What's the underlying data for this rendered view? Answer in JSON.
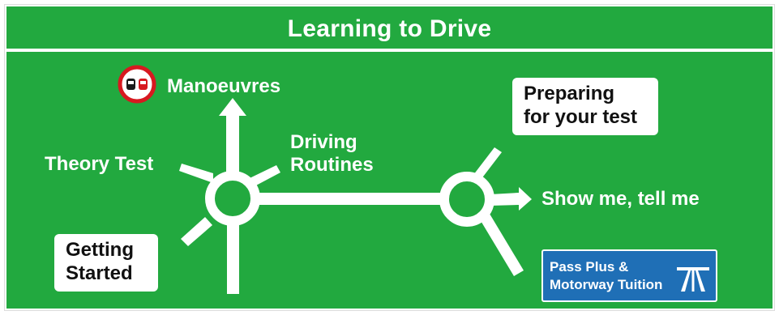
{
  "sign": {
    "title": "Learning to Drive",
    "background_color": "#22a93f",
    "text_color": "#ffffff",
    "motorway_color": "#1f6fb6",
    "prohibition_color": "#d71920"
  },
  "destinations": {
    "manoeuvres": "Manoeuvres",
    "theory_test": "Theory Test",
    "driving_routines": {
      "line1": "Driving",
      "line2": "Routines"
    },
    "getting_started": {
      "line1": "Getting",
      "line2": "Started"
    },
    "preparing": {
      "line1": "Preparing",
      "line2": "for your test"
    },
    "show_me_tell_me": "Show me, tell me",
    "pass_plus": {
      "line1": "Pass Plus &",
      "line2": "Motorway Tuition"
    }
  },
  "icons": {
    "no_overtaking": "no-overtaking-icon",
    "motorway": "motorway-icon",
    "roundabout": "roundabout-icon"
  }
}
